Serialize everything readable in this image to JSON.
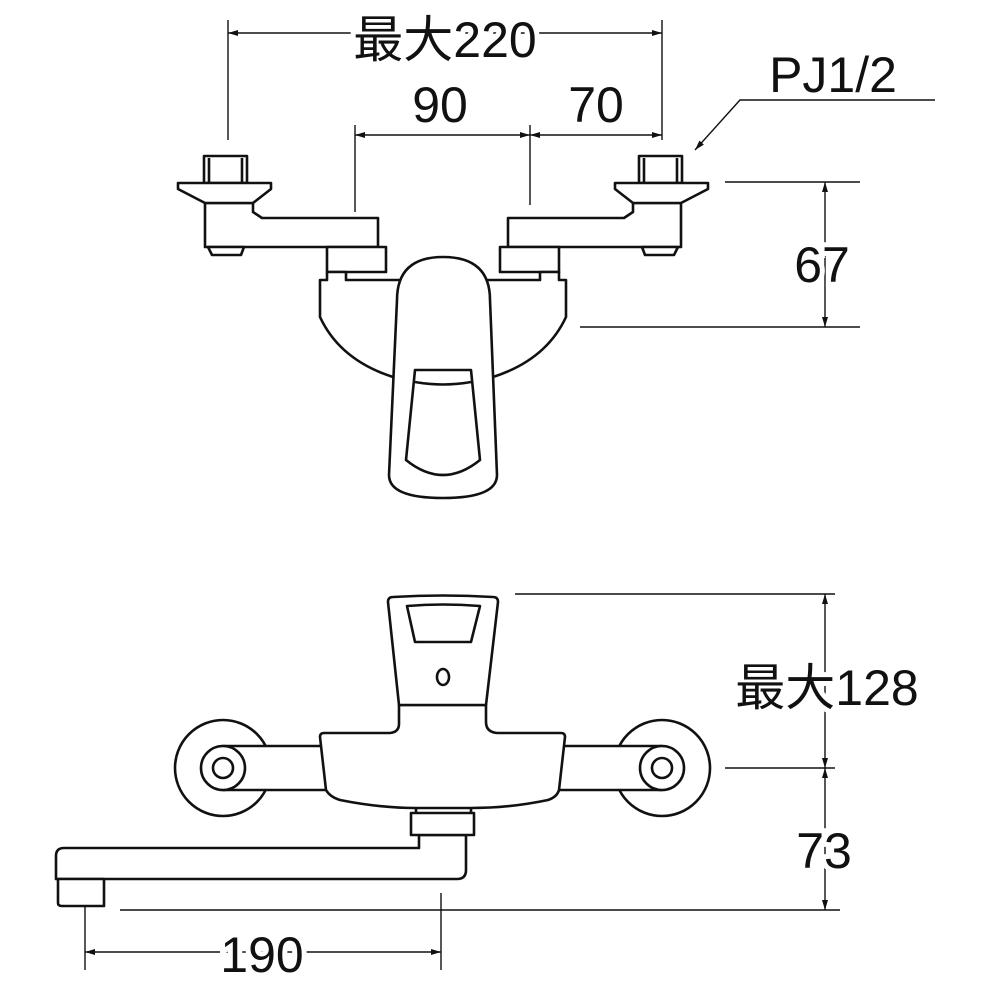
{
  "top_view": {
    "dim_overall": "最大220",
    "dim_left": "90",
    "dim_right": "70",
    "connection": "PJ1/2",
    "dim_height": "67"
  },
  "front_view": {
    "dim_height_max": "最大128",
    "dim_lower": "73",
    "dim_spout": "190"
  },
  "colors": {
    "line": "#111111",
    "background": "#ffffff"
  }
}
